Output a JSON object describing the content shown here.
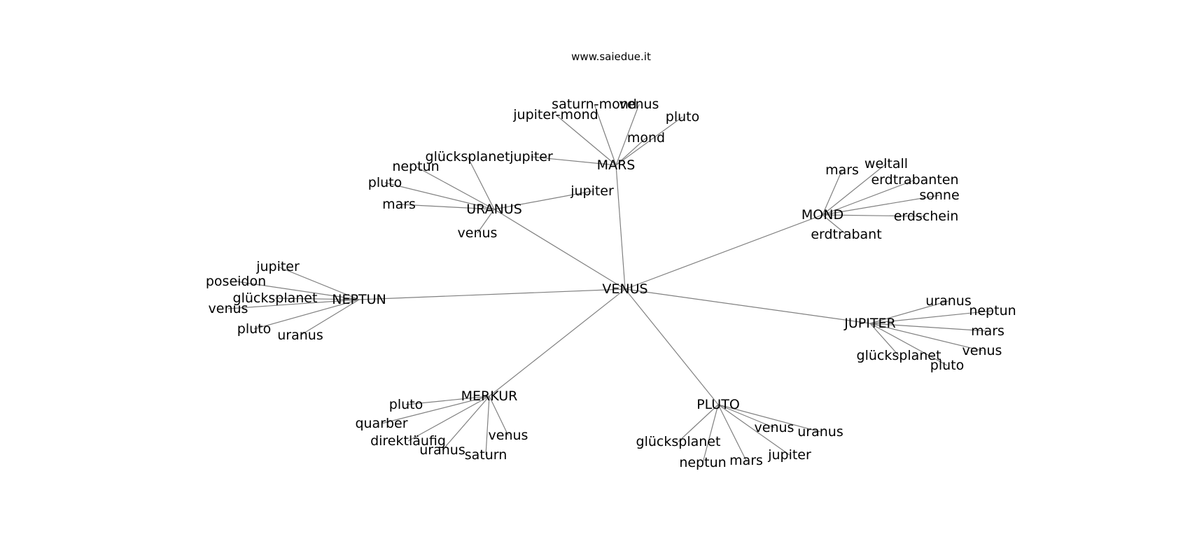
{
  "caption": "www.saiedue.it",
  "graph": {
    "root": "VENUS",
    "hubs": [
      {
        "name": "MARS",
        "children": [
          "saturn-mond",
          "venus",
          "jupiter-mond",
          "pluto",
          "mond",
          "jupiter"
        ]
      },
      {
        "name": "URANUS",
        "children": [
          "glücksplanet",
          "neptun",
          "pluto",
          "mars",
          "venus",
          "jupiter"
        ]
      },
      {
        "name": "MOND",
        "children": [
          "mars",
          "weltall",
          "erdtrabanten",
          "sonne",
          "erdschein",
          "erdtrabant"
        ]
      },
      {
        "name": "NEPTUN",
        "children": [
          "jupiter",
          "poseidon",
          "glücksplanet",
          "venus",
          "pluto",
          "uranus"
        ]
      },
      {
        "name": "JUPITER",
        "children": [
          "uranus",
          "neptun",
          "mars",
          "venus",
          "glücksplanet",
          "pluto"
        ]
      },
      {
        "name": "MERKUR",
        "children": [
          "pluto",
          "quarber",
          "direktläufig",
          "uranus",
          "venus",
          "saturn"
        ]
      },
      {
        "name": "PLUTO",
        "children": [
          "glücksplanet",
          "neptun",
          "mars",
          "venus",
          "uranus",
          "jupiter"
        ]
      }
    ]
  }
}
